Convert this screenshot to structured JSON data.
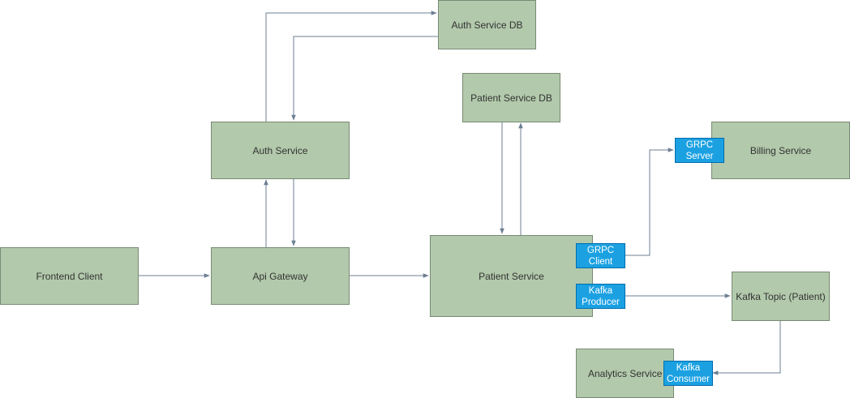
{
  "nodes": {
    "auth_db": "Auth Service DB",
    "patient_db": "Patient Service DB",
    "auth_service": "Auth Service",
    "billing_service": "Billing Service",
    "frontend_client": "Frontend Client",
    "api_gateway": "Api Gateway",
    "patient_service": "Patient Service",
    "kafka_topic": "Kafka Topic (Patient)",
    "analytics_service": "Analytics Service"
  },
  "tags": {
    "grpc_server": [
      "GRPC",
      "Server"
    ],
    "grpc_client": [
      "GRPC",
      "Client"
    ],
    "kafka_producer": [
      "Kafka",
      "Producer"
    ],
    "kafka_consumer": [
      "Kafka",
      "Consumer"
    ]
  },
  "colors": {
    "node_fill": "#b2c9ab",
    "node_border": "#788a74",
    "tag_fill": "#1ba1e2",
    "tag_border": "#006eaf",
    "edge": "#6c7f93"
  }
}
